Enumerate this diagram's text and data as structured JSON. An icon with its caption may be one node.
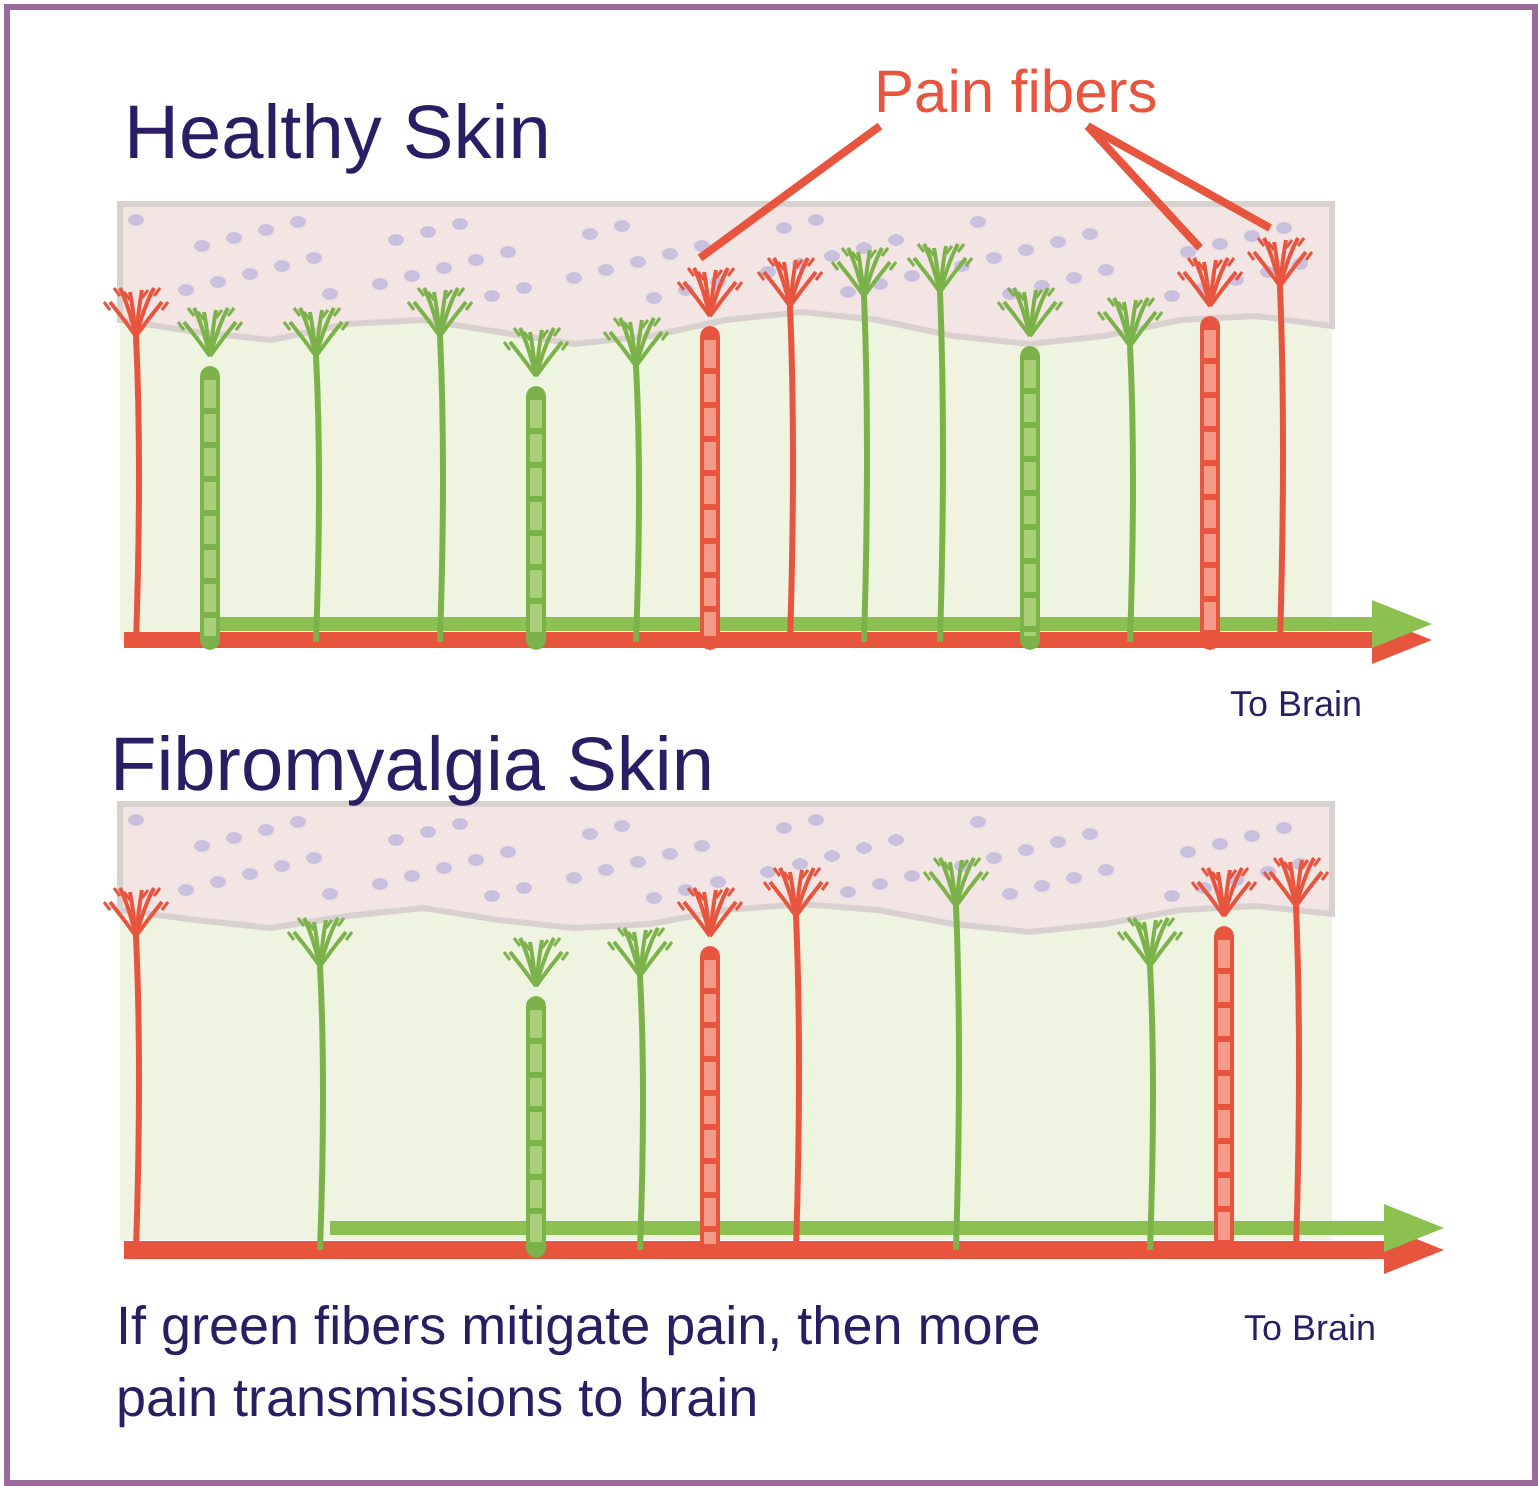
{
  "diagram": {
    "caption": "If green fibers mitigate pain, then more pain transmissions to brain",
    "nodes": [
      {
        "text": [
          "Pain fibers"
        ]
      },
      {
        "text": [],
        "shape": "picture"
      },
      {
        "text": [],
        "shape": "picture"
      },
      {
        "text": [],
        "shape": "picture"
      }
    ],
    "edges": [
      {
        "from": 0,
        "to": 1,
        "arrow": "none"
      },
      {
        "from": 0,
        "to": 2,
        "arrow": "none"
      },
      {
        "from": 0,
        "to": 3,
        "arrow": "none"
      }
    ],
    "labels": [
      "Healthy Skin",
      "To Brain",
      "Fibromyalgia Skin",
      "To Brain"
    ]
  }
}
